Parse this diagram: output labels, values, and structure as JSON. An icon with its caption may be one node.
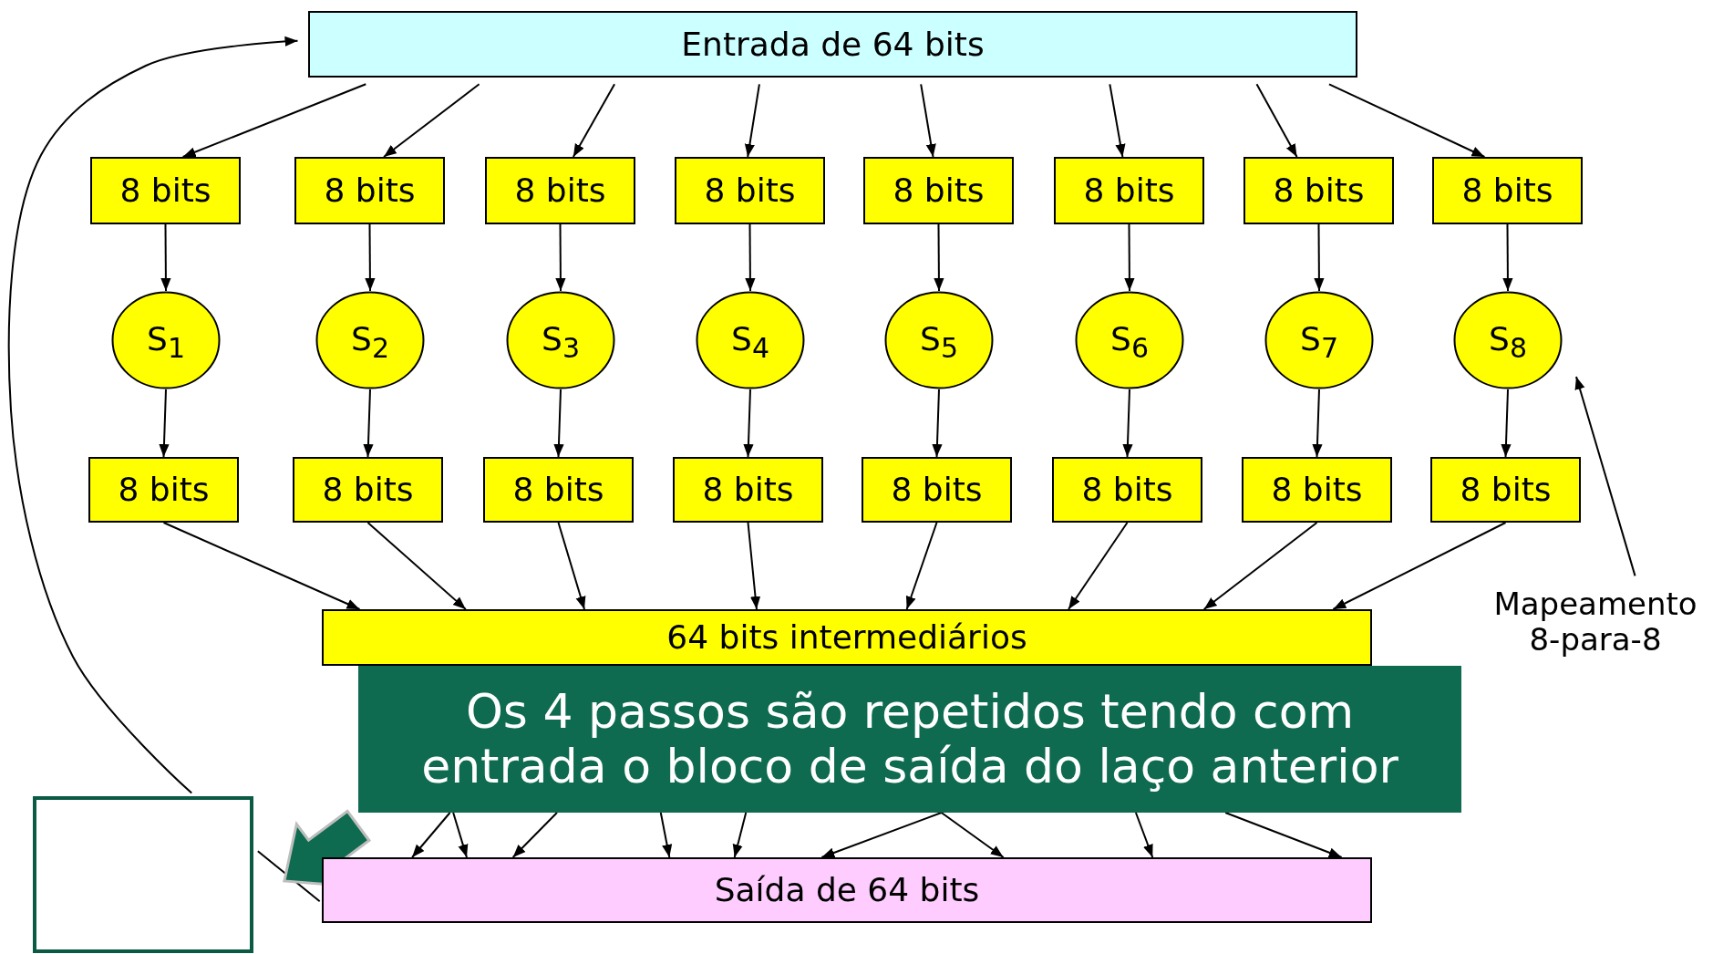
{
  "diagram": {
    "nodes": [
      {
        "text": [
          "Entrada de 64 bits"
        ]
      },
      {
        "text": [
          "8 bits"
        ]
      },
      {
        "text": [
          "8 bits"
        ]
      },
      {
        "text": [
          "8 bits"
        ]
      },
      {
        "text": [
          "8 bits"
        ]
      },
      {
        "text": [
          "8 bits"
        ]
      },
      {
        "text": [
          "8 bits"
        ]
      },
      {
        "text": [
          "8 bits"
        ]
      },
      {
        "text": [
          "8 bits"
        ]
      },
      {
        "text": [
          "S$_{1}$"
        ]
      },
      {
        "text": [
          "S$_{2}$"
        ]
      },
      {
        "text": [
          "S$_{3}$"
        ]
      },
      {
        "text": [
          "S$_{4}$"
        ]
      },
      {
        "text": [
          "S$_{5}$"
        ]
      },
      {
        "text": [
          "S$_{6}$"
        ]
      },
      {
        "text": [
          "S$_{7}$"
        ]
      },
      {
        "text": [
          "S$_{8}$"
        ]
      },
      {
        "text": [
          "8 bits"
        ]
      },
      {
        "text": [
          "8 bits"
        ]
      },
      {
        "text": [
          "8 bits"
        ]
      },
      {
        "text": [
          "8 bits"
        ]
      },
      {
        "text": [
          "8 bits"
        ]
      },
      {
        "text": [
          "8 bits"
        ]
      },
      {
        "text": [
          "8 bits"
        ]
      },
      {
        "text": [
          "8 bits"
        ]
      },
      {
        "text": [
          "Mapeamento 8-para-8"
        ]
      },
      {
        "text": [
          "64 bits intermediários"
        ]
      },
      {
        "text": [
          "Os 4 passos são repetidos tendo com entrada o bloco de saída do laço anterior"
        ]
      },
      {
        "text": [],
        "shape": "box"
      },
      {
        "text": [
          "Saída de 64 bits"
        ]
      }
    ],
    "edges": [
      {
        "from": 0,
        "to": 1,
        "arrow": "to"
      },
      {
        "from": 0,
        "to": 2,
        "arrow": "to"
      },
      {
        "from": 0,
        "to": 3,
        "arrow": "to"
      },
      {
        "from": 0,
        "to": 4,
        "arrow": "to"
      },
      {
        "from": 0,
        "to": 5,
        "arrow": "to"
      },
      {
        "from": 0,
        "to": 6,
        "arrow": "to"
      },
      {
        "from": 0,
        "to": 7,
        "arrow": "to"
      },
      {
        "from": 0,
        "to": 8,
        "arrow": "to"
      },
      {
        "from": 1,
        "to": 9,
        "arrow": "to"
      },
      {
        "from": 2,
        "to": 10,
        "arrow": "to"
      },
      {
        "from": 3,
        "to": 11,
        "arrow": "to"
      },
      {
        "from": 4,
        "to": 12,
        "arrow": "to"
      },
      {
        "from": 5,
        "to": 13,
        "arrow": "to"
      },
      {
        "from": 6,
        "to": 14,
        "arrow": "to"
      },
      {
        "from": 7,
        "to": 15,
        "arrow": "to"
      },
      {
        "from": 8,
        "to": 16,
        "arrow": "to"
      },
      {
        "from": 9,
        "to": 17,
        "arrow": "to"
      },
      {
        "from": 10,
        "to": 18,
        "arrow": "to"
      },
      {
        "from": 11,
        "to": 19,
        "arrow": "to"
      },
      {
        "from": 12,
        "to": 20,
        "arrow": "to"
      },
      {
        "from": 13,
        "to": 21,
        "arrow": "to"
      },
      {
        "from": 14,
        "to": 22,
        "arrow": "to"
      },
      {
        "from": 15,
        "to": 23,
        "arrow": "to"
      },
      {
        "from": 16,
        "to": 24,
        "arrow": "to"
      },
      {
        "from": 17,
        "to": 26,
        "arrow": "to"
      },
      {
        "from": 18,
        "to": 26,
        "arrow": "to"
      },
      {
        "from": 19,
        "to": 26,
        "arrow": "to"
      },
      {
        "from": 20,
        "to": 26,
        "arrow": "to"
      },
      {
        "from": 21,
        "to": 26,
        "arrow": "to"
      },
      {
        "from": 22,
        "to": 26,
        "arrow": "to"
      },
      {
        "from": 23,
        "to": 26,
        "arrow": "to"
      },
      {
        "from": 24,
        "to": 26,
        "arrow": "to"
      },
      {
        "from": 27,
        "to": 29,
        "arrow": "to"
      },
      {
        "from": 27,
        "to": 29,
        "arrow": "to"
      },
      {
        "from": 27,
        "to": 29,
        "arrow": "to"
      },
      {
        "from": 27,
        "to": 29,
        "arrow": "to"
      },
      {
        "from": 27,
        "to": 29,
        "arrow": "to"
      },
      {
        "from": 27,
        "to": 29,
        "arrow": "to"
      },
      {
        "from": 27,
        "to": 29,
        "arrow": "to"
      },
      {
        "from": 27,
        "to": 29,
        "arrow": "to"
      },
      {
        "from": 27,
        "to": 29,
        "arrow": "to"
      },
      {
        "from": 25,
        "to": 16,
        "arrow": "to"
      },
      {
        "from": 28,
        "to": 0,
        "arrow": "to"
      },
      {
        "from": 28,
        "to": 29,
        "arrow": "none"
      },
      {
        "from": 27,
        "to": 28,
        "arrow": "to",
        "style": "thick",
        "color": "#0e6b50"
      }
    ]
  }
}
